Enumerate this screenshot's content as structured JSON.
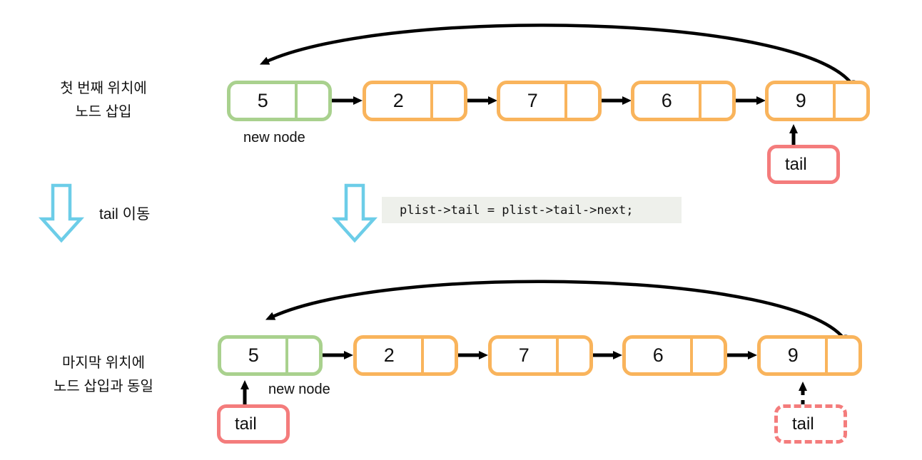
{
  "colors": {
    "new_node_green": "#A9D18E",
    "node_orange": "#F9B45C",
    "tail_red": "#F47C7C",
    "transition_blue": "#6CCDE8",
    "code_background": "#EEF0EB",
    "arrow_black": "#000000"
  },
  "top": {
    "caption_line1": "첫 번째 위치에",
    "caption_line2": "노드 삽입",
    "new_node_label": "new node",
    "tail_label": "tail",
    "nodes": [
      {
        "value": "5"
      },
      {
        "value": "2"
      },
      {
        "value": "7"
      },
      {
        "value": "6"
      },
      {
        "value": "9"
      }
    ]
  },
  "middle": {
    "transition_label": "tail 이동",
    "code": "plist->tail = plist->tail->next;"
  },
  "bottom": {
    "caption_line1": "마지막 위치에",
    "caption_line2": "노드 삽입과 동일",
    "new_node_label": "new node",
    "tail_label": "tail",
    "old_tail_label": "tail",
    "nodes": [
      {
        "value": "5"
      },
      {
        "value": "2"
      },
      {
        "value": "7"
      },
      {
        "value": "6"
      },
      {
        "value": "9"
      }
    ]
  }
}
